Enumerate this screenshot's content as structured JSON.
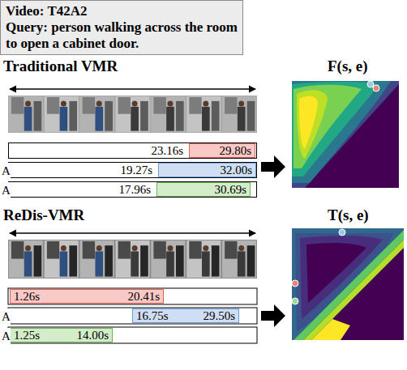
{
  "diagram": {
    "nodes": [
      {
        "text": [
          "Video: T42A2",
          "Query: person walking across the room to open a cabinet door."
        ]
      },
      {
        "text": [
          "23.16s"
        ]
      },
      {
        "text": [
          "29.80s"
        ],
        "in": 1
      },
      {
        "text": [
          "19.27s"
        ]
      },
      {
        "text": [
          "32.00s"
        ],
        "in": 3
      },
      {
        "text": [
          "17.96s"
        ]
      },
      {
        "text": [
          "30.69s"
        ],
        "in": 5
      },
      {
        "text": [
          "1.26s",
          "20.41s"
        ]
      },
      {
        "text": [
          "16.75s",
          "29.50s"
        ]
      },
      {
        "text": [
          "1.25s",
          "14.00s"
        ]
      }
    ],
    "labels": [
      "Traditional VMR",
      "F(s, e)",
      "A",
      "A",
      "ReDis-VMR",
      "T(s, e)",
      "A",
      "A"
    ]
  }
}
